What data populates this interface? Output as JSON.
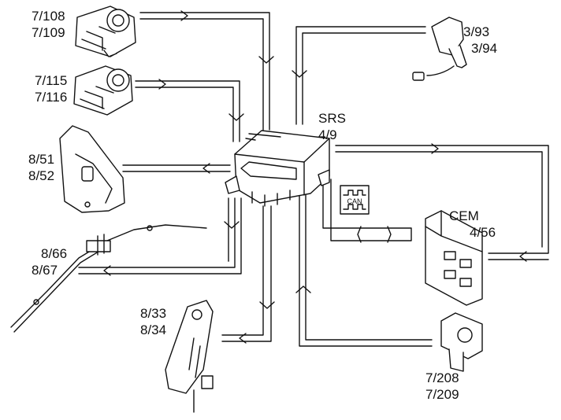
{
  "diagram": {
    "center": {
      "name": "SRS",
      "code": "4/9"
    },
    "components": [
      {
        "id": "crash-sensor-front-upper",
        "codes": [
          "7/108",
          "7/109"
        ],
        "link": "input"
      },
      {
        "id": "crash-sensor-front-lower",
        "codes": [
          "7/115",
          "7/116"
        ],
        "link": "input"
      },
      {
        "id": "side-airbag",
        "codes": [
          "8/51",
          "8/52"
        ],
        "link": "output"
      },
      {
        "id": "inflatable-curtain",
        "codes": [
          "8/66",
          "8/67"
        ],
        "link": "output"
      },
      {
        "id": "seatbelt-pretensioner",
        "codes": [
          "8/33",
          "8/34"
        ],
        "link": "output"
      },
      {
        "id": "buckle-switch",
        "codes": [
          "3/93",
          "3/94"
        ],
        "link": "input"
      },
      {
        "id": "cem",
        "name": "CEM",
        "codes": [
          "4/56"
        ],
        "link": "output"
      },
      {
        "id": "side-impact-sensor",
        "codes": [
          "7/208",
          "7/209"
        ],
        "link": "input"
      }
    ],
    "bus": {
      "label": "CAN",
      "icon": "can-bus-icon"
    }
  },
  "colors": {
    "stroke": "#111111",
    "background": "#ffffff",
    "fill": "#ffffff"
  }
}
